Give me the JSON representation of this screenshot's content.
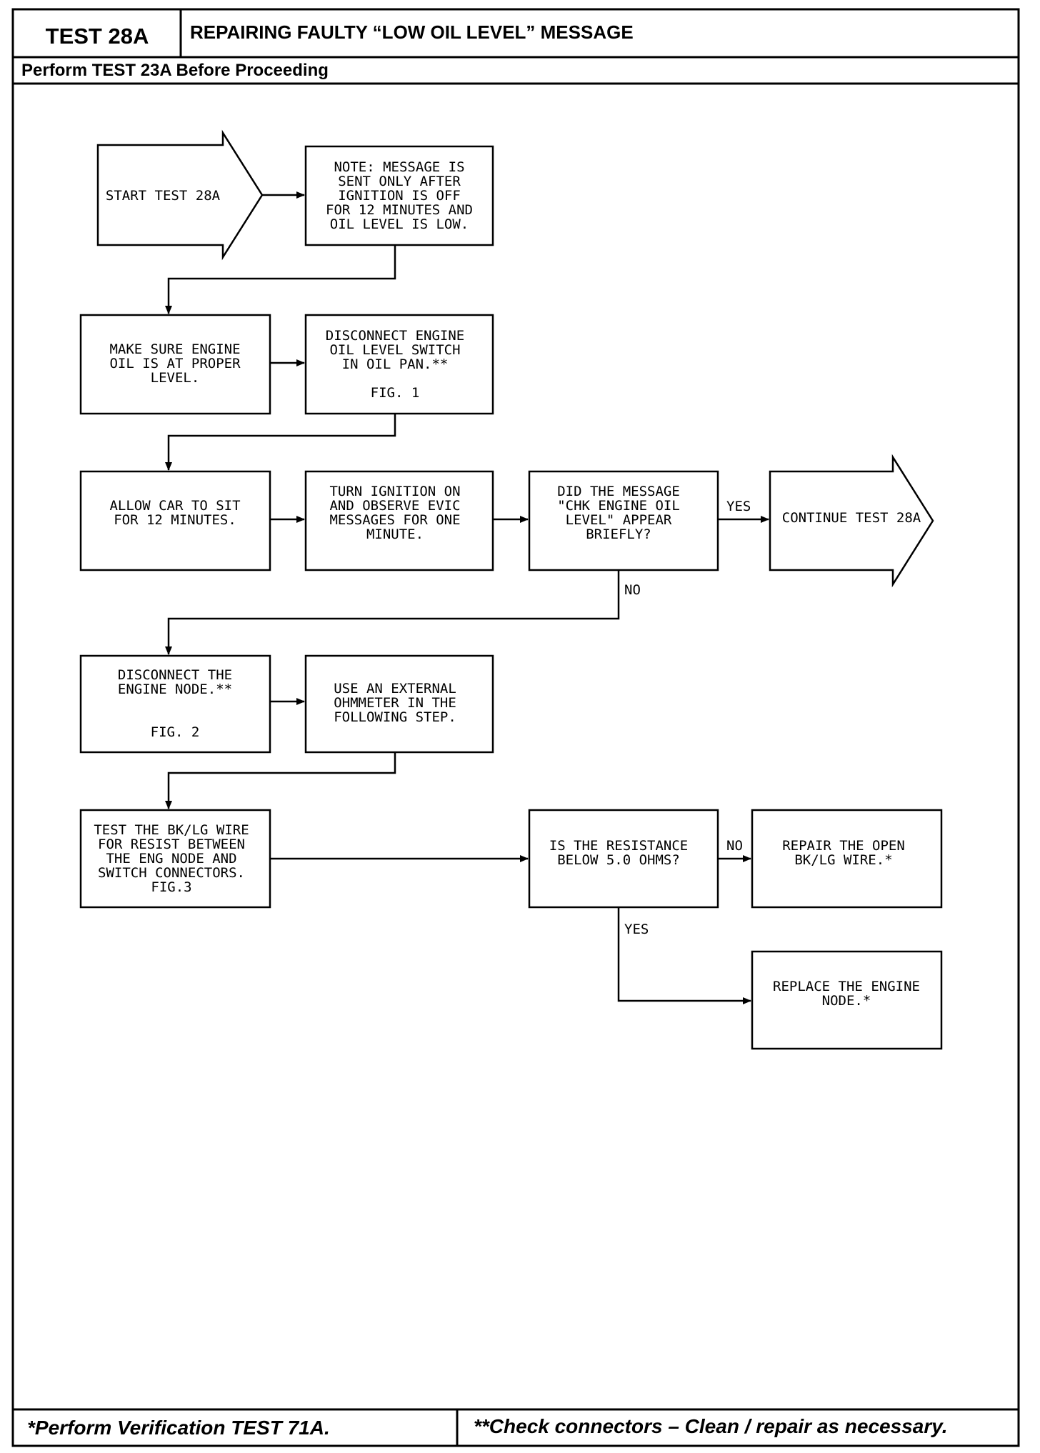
{
  "header": {
    "test_id": "TEST 28A",
    "title": "REPAIRING FAULTY “LOW OIL LEVEL” MESSAGE",
    "subtitle": "Perform TEST 23A Before Proceeding"
  },
  "footer": {
    "left": "*Perform Verification TEST 71A.",
    "right": "**Check connectors – Clean / repair as necessary."
  },
  "steps": {
    "start": [
      "START TEST 28A"
    ],
    "note": [
      "NOTE: MESSAGE IS",
      "SENT ONLY AFTER",
      "IGNITION IS OFF",
      "FOR 12 MINUTES AND",
      "OIL LEVEL IS LOW."
    ],
    "check_oil": [
      "MAKE SURE ENGINE",
      "OIL IS AT PROPER",
      "LEVEL."
    ],
    "disconnect_switch": [
      "DISCONNECT ENGINE",
      "OIL LEVEL SWITCH",
      "IN OIL PAN.**",
      "",
      "FIG. 1"
    ],
    "allow_sit": [
      "ALLOW CAR TO SIT",
      "FOR 12 MINUTES."
    ],
    "turn_ignition": [
      "TURN IGNITION ON",
      "AND OBSERVE EVIC",
      "MESSAGES FOR ONE",
      "MINUTE."
    ],
    "did_message": [
      "DID THE MESSAGE",
      "\"CHK ENGINE OIL",
      "LEVEL\" APPEAR",
      "BRIEFLY?"
    ],
    "continue": [
      "CONTINUE TEST 28A"
    ],
    "disconnect_node": [
      "DISCONNECT THE",
      "ENGINE NODE.**",
      "",
      "",
      "FIG. 2"
    ],
    "use_ohmmeter": [
      "USE AN EXTERNAL",
      "OHMMETER IN THE",
      "FOLLOWING STEP."
    ],
    "test_wire": [
      "TEST THE BK/LG WIRE",
      "FOR RESIST BETWEEN",
      "THE ENG NODE AND",
      "SWITCH CONNECTORS.",
      "FIG.3"
    ],
    "is_resistance": [
      "IS THE RESISTANCE",
      "BELOW 5.0 OHMS?"
    ],
    "repair_wire": [
      "REPAIR THE OPEN",
      "BK/LG WIRE.*"
    ],
    "replace_node": [
      "REPLACE THE ENGINE",
      "NODE.*"
    ]
  },
  "labels": {
    "yes_1": "YES",
    "no_1": "NO",
    "no_2": "NO",
    "yes_2": "YES"
  }
}
